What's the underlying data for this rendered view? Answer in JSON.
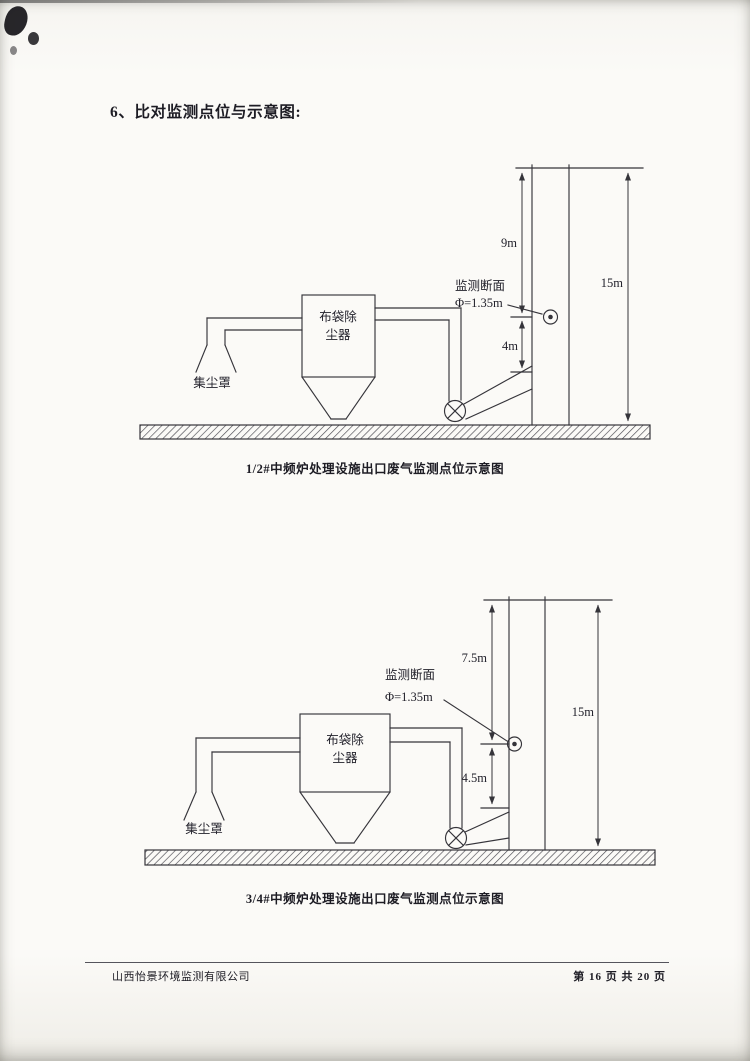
{
  "page": {
    "heading": "6、比对监测点位与示意图:",
    "footer": {
      "company": "山西怡景环境监测有限公司",
      "page_info": "第 16 页 共 20 页"
    }
  },
  "diagram1": {
    "caption": "1/2#中频炉处理设施出口废气监测点位示意图",
    "labels": {
      "monitor_section": "监测断面",
      "monitor_diameter": "Φ=1.35m",
      "collector_line1": "布袋除",
      "collector_line2": "尘器",
      "hood": "集尘罩",
      "dim_upper": "9m",
      "dim_lower": "4m",
      "dim_total": "15m"
    }
  },
  "diagram2": {
    "caption": "3/4#中频炉处理设施出口废气监测点位示意图",
    "labels": {
      "monitor_section": "监测断面",
      "monitor_diameter": "Φ=1.35m",
      "collector_line1": "布袋除",
      "collector_line2": "尘器",
      "hood": "集尘罩",
      "dim_upper": "7.5m",
      "dim_lower": "4.5m",
      "dim_total": "15m"
    }
  }
}
